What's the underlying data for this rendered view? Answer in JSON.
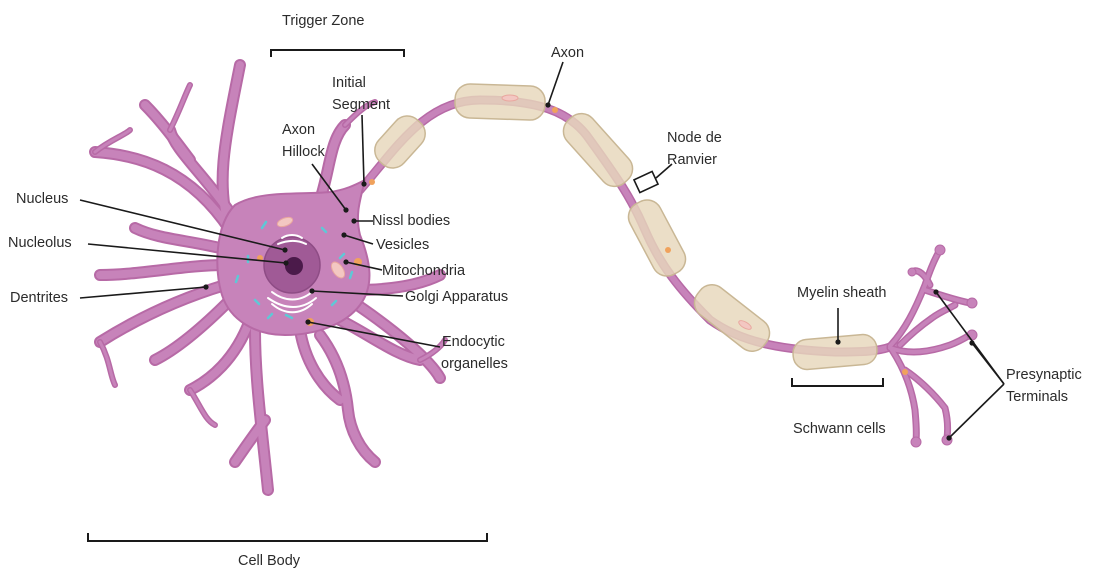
{
  "colors": {
    "neuron": "#c783ba",
    "neuron_outline": "#b76aa6",
    "nucleus": "#a05a96",
    "nucleolus": "#4b1a4a",
    "myelin": "#e7d7bb",
    "leader": "#1a1a1a"
  },
  "labels": {
    "trigger_zone": "Trigger Zone",
    "initial_segment_1": "Initial",
    "initial_segment_2": "Segment",
    "axon_hillock_1": "Axon",
    "axon_hillock_2": "Hillock",
    "axon": "Axon",
    "node_1": "Node de",
    "node_2": "Ranvier",
    "nucleus": "Nucleus",
    "nucleolus": "Nucleolus",
    "dentrites": "Dentrites",
    "nissl": "Nissl bodies",
    "vesicles": "Vesicles",
    "mitochondria": "Mitochondria",
    "golgi": "Golgi Apparatus",
    "endocytic_1": "Endocytic",
    "endocytic_2": "organelles",
    "myelin_sheath": "Myelin sheath",
    "schwann": "Schwann cells",
    "presynaptic_1": "Presynaptic",
    "presynaptic_2": "Terminals",
    "cell_body": "Cell Body"
  }
}
